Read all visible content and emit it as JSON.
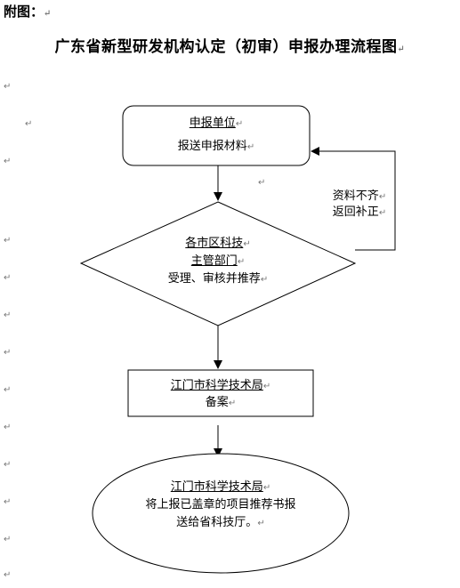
{
  "heading": "附图：",
  "title": "广东省新型研发机构认定（初审）申报办理流程图",
  "paragraph_mark": "↵",
  "nodes": {
    "applicant": {
      "title": "申报单位",
      "text": "报送申报材料"
    },
    "city_review": {
      "line1": "各市区科技",
      "line2": "主管部门",
      "line3": "受理、审核并推荐"
    },
    "filing": {
      "title": "江门市科学技术局",
      "text": "备案"
    },
    "submit": {
      "title": "江门市科学技术局",
      "line2": "将上报已盖章的项目推荐书报",
      "line3": "送给省科技厅。"
    }
  },
  "feedback": {
    "line1": "资料不齐",
    "line2": "返回补正"
  }
}
